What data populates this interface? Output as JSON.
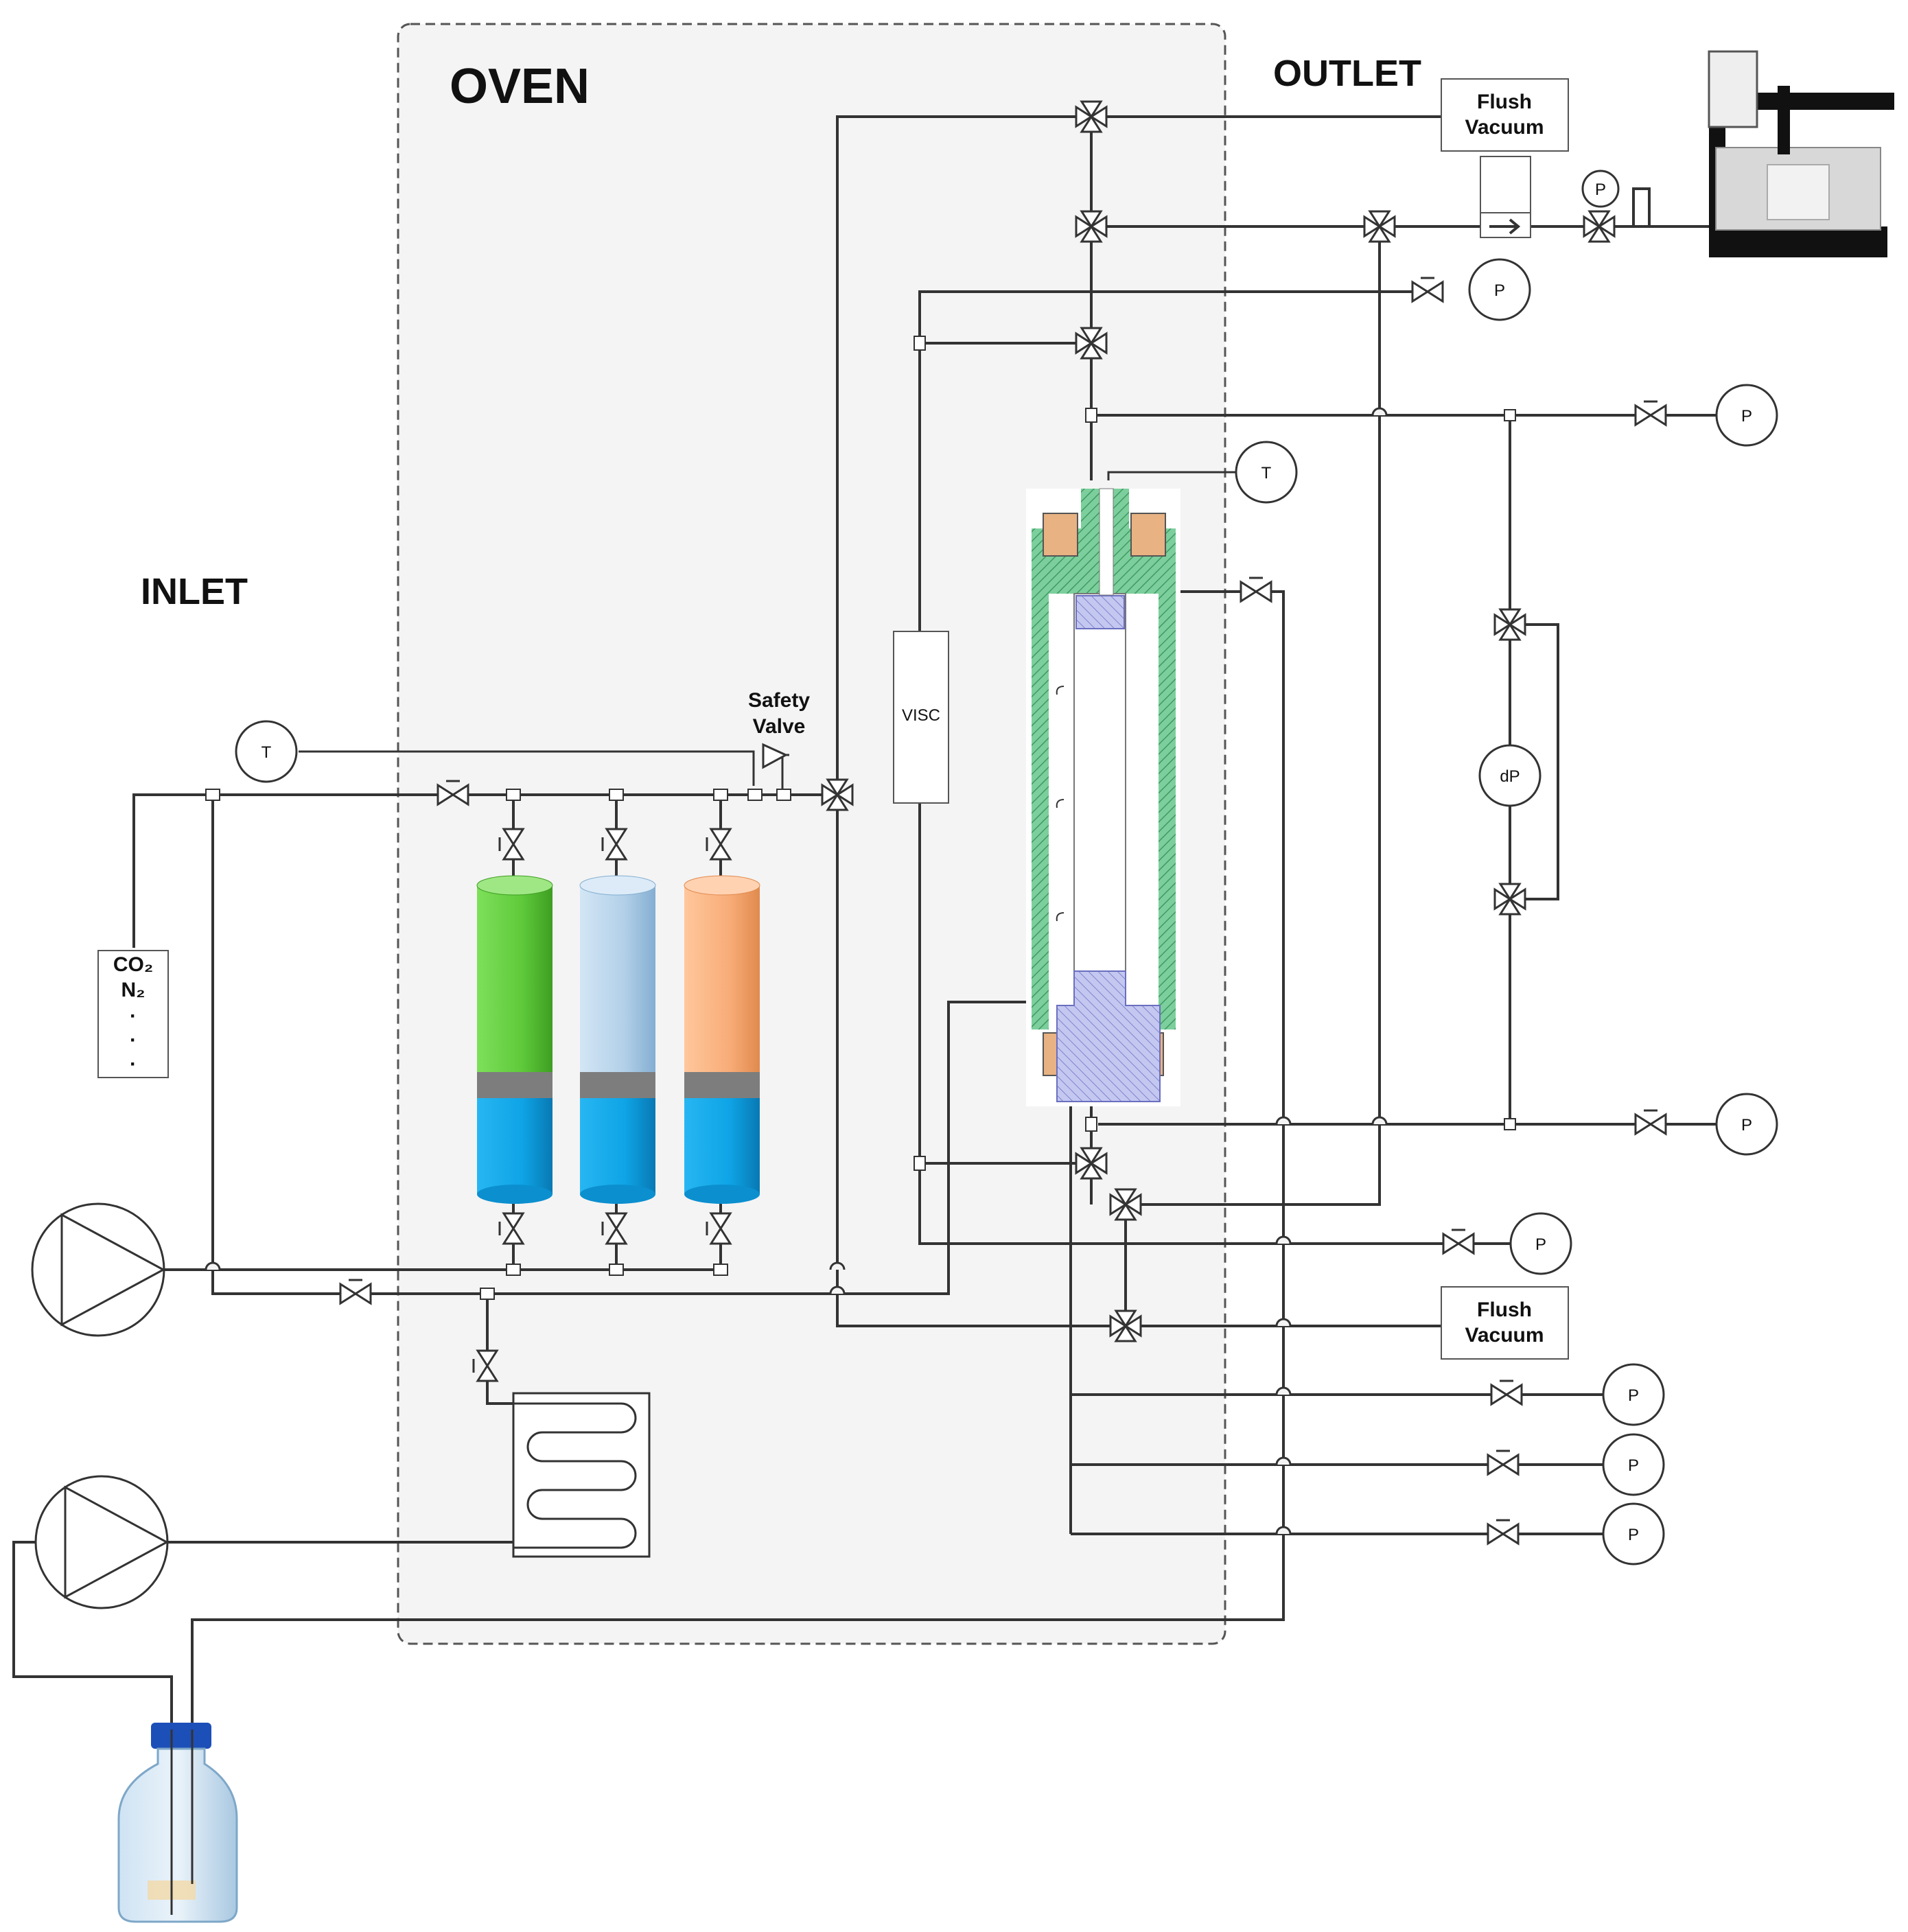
{
  "labels": {
    "oven": "OVEN",
    "outlet": "OUTLET",
    "inlet": "INLET",
    "safety_valve_line1": "Safety",
    "safety_valve_line2": "Valve",
    "visc": "VISC",
    "flush_top_line1": "Flush",
    "flush_top_line2": "Vacuum",
    "flush_bottom_line1": "Flush",
    "flush_bottom_line2": "Vacuum",
    "gas_line1": "CO₂",
    "gas_line2": "N₂",
    "gas_dots": "·",
    "pressure": "P",
    "temperature": "T",
    "diff_pressure": "dP"
  },
  "colors": {
    "oven_fill": "#f4f4f4",
    "pipe": "#333333",
    "cyl_green": "#5ec93a",
    "cyl_lightblue": "#b7d3ea",
    "cyl_orange": "#f8b07e",
    "cyl_water": "#0ea4e6",
    "piston": "#7d7d7d",
    "core_green": "#66bb88",
    "core_tan": "#e8b283",
    "core_violet": "#aeb2e6"
  },
  "icons": {
    "pump": "pump-icon",
    "valve": "valve-icon",
    "three_way_valve": "three-way-valve-icon",
    "check_valve": "check-valve-icon",
    "gauge": "gauge-icon",
    "bottle": "bottle-icon",
    "autosampler": "fraction-collector-icon",
    "heat_exchanger": "heat-exchanger-icon",
    "core_holder": "core-holder-icon"
  }
}
